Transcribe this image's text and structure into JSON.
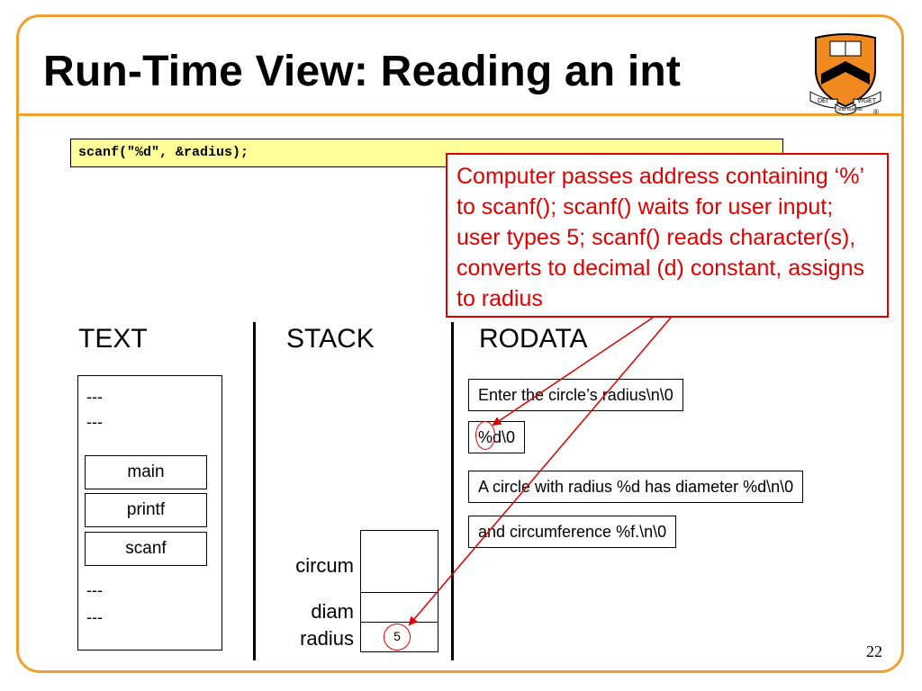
{
  "slide": {
    "title": "Run-Time View:  Reading an int",
    "page_number": "22"
  },
  "code": {
    "line": "scanf(\"%d\", &radius);"
  },
  "callout": {
    "text": "Computer passes address containing ‘%’ to scanf(); scanf() waits for user input; user types 5; scanf() reads character(s), converts to decimal (d) constant, assigns to radius"
  },
  "sections": {
    "text": "TEXT",
    "stack": "STACK",
    "rodata": "RODATA"
  },
  "text_segment": {
    "top_dashes": [
      "---",
      "---"
    ],
    "functions": [
      "main",
      "printf",
      "scanf"
    ],
    "bottom_dashes": [
      "---",
      "---"
    ]
  },
  "stack": {
    "labels": [
      "circum",
      "diam",
      "radius"
    ],
    "radius_value": "5"
  },
  "rodata": {
    "strings": [
      "Enter the circle’s radius\\n\\0",
      "%d\\0",
      "A circle with radius %d has diameter %d\\n\\0",
      "and circumference %f.\\n\\0"
    ]
  },
  "logo": {
    "motto_left": "DEI",
    "motto_center": "SUB NUMINE",
    "motto_right": "VIGET",
    "registered": "®"
  },
  "colors": {
    "frame": "#f0a030",
    "callout": "#e00000",
    "code_background": "#ffff99",
    "shield": "#f08a20"
  }
}
